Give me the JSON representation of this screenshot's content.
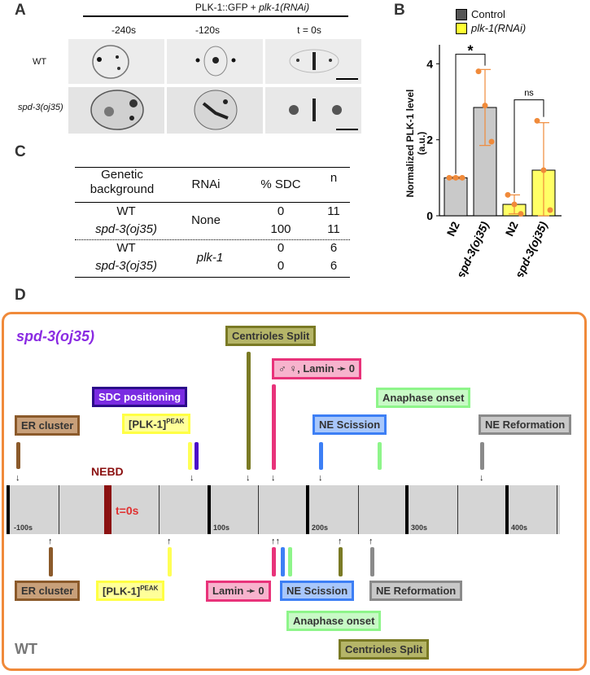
{
  "panels": {
    "A": "A",
    "B": "B",
    "C": "C",
    "D": "D"
  },
  "panelA": {
    "header": "PLK-1::GFP + ",
    "header_italic": "plk-1(RNAi)",
    "times": [
      "-240s",
      "-120s",
      "t = 0s"
    ],
    "rows": [
      "WT",
      "spd-3(oj35)"
    ]
  },
  "panelC": {
    "headers": [
      "Genetic background",
      "RNAi",
      "% SDC",
      "n"
    ],
    "rows": [
      {
        "bg": "WT",
        "rnai": "None",
        "sdc": "0",
        "n": "11"
      },
      {
        "bg": "spd-3(oj35)",
        "rnai": "",
        "sdc": "100",
        "n": "11"
      },
      {
        "bg": "WT",
        "rnai": "plk-1",
        "sdc": "0",
        "n": "6"
      },
      {
        "bg": "spd-3(oj35)",
        "rnai": "",
        "sdc": "0",
        "n": "6"
      }
    ]
  },
  "chart_data": {
    "type": "bar",
    "ylabel": "Normalized PLK-1 level (a.u.)",
    "ylim": [
      0,
      4.5
    ],
    "yticks": [
      0,
      2,
      4
    ],
    "categories": [
      "N2",
      "spd-3(oj35)",
      "N2",
      "spd-3(oj35)"
    ],
    "series": [
      {
        "name": "Control",
        "color": "#c9c9c9",
        "bars": [
          {
            "category_index": 0,
            "value": 1.0,
            "err": 0.03,
            "points": [
              1.0,
              1.0,
              1.0
            ]
          },
          {
            "category_index": 1,
            "value": 2.85,
            "err": 1.0,
            "points": [
              3.8,
              2.9,
              1.95
            ]
          }
        ]
      },
      {
        "name": "plk-1(RNAi)",
        "color": "#ffff66",
        "bars": [
          {
            "category_index": 2,
            "value": 0.3,
            "err": 0.25,
            "points": [
              0.55,
              0.3,
              0.05
            ]
          },
          {
            "category_index": 3,
            "value": 1.2,
            "err": 1.25,
            "points": [
              2.5,
              1.2,
              0.15
            ]
          }
        ]
      }
    ],
    "annotations": [
      "*",
      "ns"
    ]
  },
  "panelD": {
    "strain_label": "spd-3(oj35)",
    "wt_label": "WT",
    "nebd": "NEBD",
    "t0": "t=0s",
    "tick_labels": [
      "-100s",
      "100s",
      "200s",
      "300s",
      "400s"
    ],
    "top_events": {
      "er": "ER cluster",
      "plk": "[PLK-1]",
      "peak": "PEAK",
      "sdc": "SDC positioning",
      "split": "Centrioles Split",
      "lamin": "♂ ♀, Lamin ➛ 0",
      "nescission": "NE Scission",
      "anaphase": "Anaphase onset",
      "nereform": "NE Reformation"
    },
    "bottom_events": {
      "er": "ER cluster",
      "plk": "[PLK-1]",
      "peak": "PEAK",
      "lamin": "Lamin ➛ 0",
      "nescission": "NE Scission",
      "nereform": "NE Reformation",
      "anaphase": "Anaphase onset",
      "split": "Centrioles Split"
    },
    "colors": {
      "er": "#8b5a2b",
      "plk": "#ffff55",
      "sdc": "#4b0cc9",
      "split": "#7a7a25",
      "lamin": "#e8337a",
      "nescission": "#3d7ff5",
      "anaphase": "#8ef58a",
      "nereform": "#8a8a8a",
      "frame": "#f08a3a",
      "nebd": "#8b1111",
      "track": "#d5d5d5"
    }
  }
}
